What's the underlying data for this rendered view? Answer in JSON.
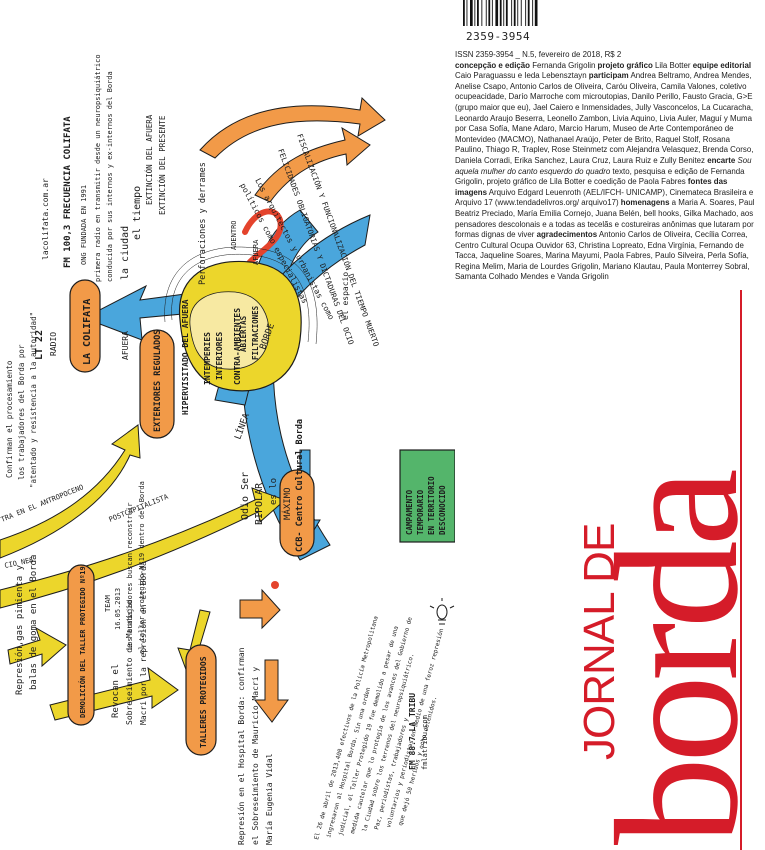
{
  "cover": {
    "barcode_number": "2359-3954",
    "accent_color": "#d51c29",
    "masthead": {
      "journal_label": "JORNAL DE",
      "title": "borda"
    },
    "credits": {
      "issn_line": "ISSN 2359-3954 _ N.5, fevereiro de 2018, R$ 2",
      "segments": [
        {
          "b": "concepção e edição"
        },
        {
          "t": " Fernanda Grigolin "
        },
        {
          "b": "projeto gráfico"
        },
        {
          "t": " Lila Botter "
        },
        {
          "b": "equipe editorial"
        },
        {
          "t": " Caio Paraguassu e Ieda Lebensztayn "
        },
        {
          "b": "participam"
        },
        {
          "t": " Andrea Beltramo, Andrea Mendes, Anelise Csapo, Antonio Carlos de Oliveira, Caróu Oliveira, Camila Valones, coletivo ocupeacidade, Darío Marroche com microutopias, Danilo Perillo, Fausto Gracia, G>E (grupo maior que eu), Jael Caiero e Inmensidades, Jully Vasconcelos, La Cucaracha, Leonardo Araujo Beserra, Leonello Zambon, Livia Aquino, Livia Auler, Maguí y Muma por Casa Sofía, Mane Adaro, Marcio Harum, Museo de Arte Contemporáneo de Montevideo (MACMO), Nathanael Araújo, Peter de Brito, Raquel Stolf, Rosana Paulino, Thiago R, Traplev, Rose Steinmetz com Alejandra Velasquez, Brenda Corso, Daniela Corradi, Erika Sanchez, Laura Cruz, Laura Ruiz e Zully Benitez "
        },
        {
          "b": "encarte"
        },
        {
          "i": " Sou aquela mulher do canto esquerdo do quadro"
        },
        {
          "t": " texto, pesquisa e edição de Fernanda Grigolin, projeto gráfico de Lila Botter e coedição de Paola Fabres "
        },
        {
          "b": "fontes das imagens"
        },
        {
          "t": " Arquivo Edgard Leuenroth (AEL/IFCH- UNICAMP), Cinemateca Brasileira e Arquivo 17 (www.tendadelivros.org/ arquivo17) "
        },
        {
          "b": "homenagens"
        },
        {
          "t": " a Maria A. Soares, Paul Beatriz Preciado, María Emilia Cornejo, Juana Belén, bell hooks, Gilka Machado, aos pensadores descolonais e a todas as tecelãs e costureiras anônimas que lutaram por formas dignas de viver "
        },
        {
          "b": "agradecimentos"
        },
        {
          "t": " Antonio Carlos de Oliveira, Cecília Correa, Centro Cultural Ocupa Ouvidor 63, Christina Lopreato, Edna Virgínia, Fernando de Tacca, Jaqueline Soares, Marina Mayumi, Paola Fabres, Paulo Silveira, Perla Sofía, Regina Melim, Maria de Lourdes Grigolin, Mariano Klautau, Paula Monterrey Sobral, Samanta Colhado Mendes e Vanda Grigolin"
        }
      ]
    },
    "mindmap": {
      "colors": {
        "blue": "#4aa6dc",
        "yellow": "#ecd62b",
        "orange": "#f29a48",
        "red": "#e4432c",
        "green": "#54b56b",
        "cream": "#f7e9a2",
        "ink": "#1d1d1d"
      },
      "nodes": {
        "colifata": "LA COLIFATA",
        "lt22": "LT 22",
        "radio": "RADIO",
        "fm1003": "FM 100,3 FRECUENCIA COLIFATA",
        "colifata_url": "lacolifata.com.ar",
        "colifata_desc_1": "ONG FUNDADA EN 1991",
        "colifata_desc_2": "primera radio en transmitir desde un neuropsiquiátrico",
        "colifata_desc_3": "conducida por sus internos y ex-internos del Borda",
        "exteriores": "EXTERIORES REGULADOS",
        "hipervisitado": "HIPERVISITADO DEL AFUERA",
        "afuera": "AFUERA",
        "intemperies": "INTEMPERIES",
        "interiores": "INTERIORES",
        "abiertas": "ABIERTAS",
        "filtraciones": "FILTRACIONES",
        "contra_ambientes": "CONTRA-AMBIENTES",
        "perforaciones": "Perforaciones y derrames",
        "la_ciudad": "la ciudad",
        "el_tiempo": "el tiempo",
        "extincion_afuera": "EXTINCIÓN DEL AFUERA",
        "extincion_presente": "EXTINCIÓN DEL PRESENTE",
        "fiscalizacion": "FISCALIZACIÓN Y FUNCIONALIZACIÓN DEL TIEMPO MUERTO",
        "felicidades": "FELICIDADES OBLIGATORIAS Y DICTADURAS DEL OCIO",
        "arquitectos": "Los arquitectos y urbanistas como",
        "politicos": "políticos como especialistas",
        "adentro": "ADENTRO",
        "afuera2": "AFUERA",
        "linea": "LÍNEA",
        "borde": "BORDE",
        "espacio": "el espacio",
        "ccb": "CCB- Centro Cultural Borda",
        "odio_ser": "Odio Ser",
        "bipolar": "BIPOLAR",
        "es_lo": "es lo",
        "maximo": "MÁXIMO",
        "campamento_1": "CAMPAMENTO",
        "campamento_2": "TEMPORARIO",
        "campamento_3": "EN TERRITORIO",
        "campamento_4": "DESCONOCIDO",
        "antropoceno": "TRA EN EL ANTROPOCENO",
        "postcapitalista": "POSTCAPITALISTA",
        "confirman_1": "Confirman el procesamiento",
        "confirman_2": "los trabajadores del Borda por",
        "confirman_3": "\"atentado y resistencia a la autoridad\"",
        "cio_nes": "CIO NES",
        "represion_1": "Represión,gas pimienta y",
        "represion_2": "balas de goma en el Borda",
        "demolicion": "DEMOLICIÓN DEL TALLER PROTEGIDO Nº19",
        "team": "TEAM",
        "date1": "16.05.2013",
        "trabajadores_1": "Los trabajadores buscan reconstruir",
        "trabajadores_2": "el taller protegido Nº19 dentro del Borda",
        "revocan_1": "Revocan el",
        "revocan_2": "Sobreseimiento de Mauricio",
        "revocan_3": "Macri por la represión en el Borda",
        "talleres": "TALLERES PROTEGIDOS",
        "hospital_1": "Represión en el Hospital Borda: confirman",
        "hospital_2": "el Sobreseimiento de Mauricio Macri y",
        "hospital_3": "María Eugenia Vidal",
        "fm887": "FM 88.7 LA TRIBU",
        "fm887_url": "fmlatribu.com",
        "para_1": "El 26 de abril de 2013,400 efectivos de la Policía Metropolitana",
        "para_2": "ingresaron al Hospital Borda. Sin una orden",
        "para_3": "judicial, el Taller Protegido 19 fue demolido a pesar de una",
        "para_4": "medida cautelar que lo protegía de los avances del Gobierno de",
        "para_5": "la Ciudad sobre los terrenos del neuropsiquiátrico.",
        "para_6": "Paz, periodistas, trabajadores y",
        "para_7": "voluntarios y periodistas en medio de una feroz represión",
        "para_8": "que dejó 50 heridos y ocho detenidos."
      }
    }
  }
}
